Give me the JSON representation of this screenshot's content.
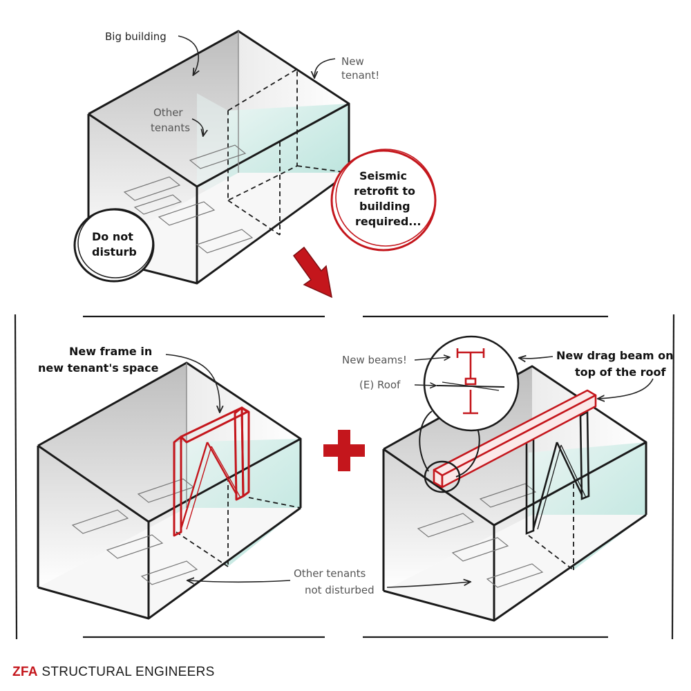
{
  "top": {
    "label_big_building": "Big building",
    "label_new_tenant_1": "New",
    "label_new_tenant_2": "tenant!",
    "label_other_tenants_1": "Other",
    "label_other_tenants_2": "tenants",
    "label_do_not_1": "Do not",
    "label_do_not_2": "disturb",
    "label_seismic_1": "Seismic",
    "label_seismic_2": "retrofit to",
    "label_seismic_3": "building",
    "label_seismic_4": "required..."
  },
  "bottom": {
    "label_new_frame_1": "New frame in",
    "label_new_frame_2": "new tenant's space",
    "label_new_beams": "New beams!",
    "label_e_roof": "(E) Roof",
    "label_drag_beam_1": "New drag beam on",
    "label_drag_beam_2": "top of the roof",
    "label_others_1": "Other tenants",
    "label_others_2": "not disturbed"
  },
  "footer": {
    "brand": "ZFA",
    "name": "STRUCTURAL ENGINEERS"
  },
  "colors": {
    "accent_red": "#c4161c",
    "glass_teal": "#bfe6e0",
    "wall_grey": "#d4d4d4",
    "ink": "#1a1a1a"
  }
}
